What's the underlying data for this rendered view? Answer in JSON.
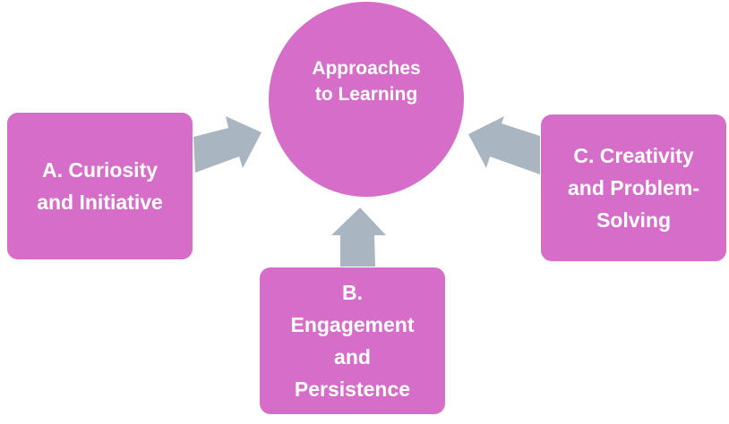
{
  "diagram": {
    "center": {
      "label": "Approaches\nto Learning"
    },
    "nodes": [
      {
        "id": "a",
        "label": "A. Curiosity\nand Initiative"
      },
      {
        "id": "b",
        "label": "B.\nEngagement\nand\nPersistence"
      },
      {
        "id": "c",
        "label": "C. Creativity\nand Problem-\nSolving"
      }
    ],
    "edges": [
      {
        "from": "a",
        "to": "center"
      },
      {
        "from": "b",
        "to": "center"
      },
      {
        "from": "c",
        "to": "center"
      }
    ],
    "colors": {
      "node_fill": "#d66dc8",
      "arrow_fill": "#a9b6c1",
      "text": "#ffffff"
    }
  }
}
